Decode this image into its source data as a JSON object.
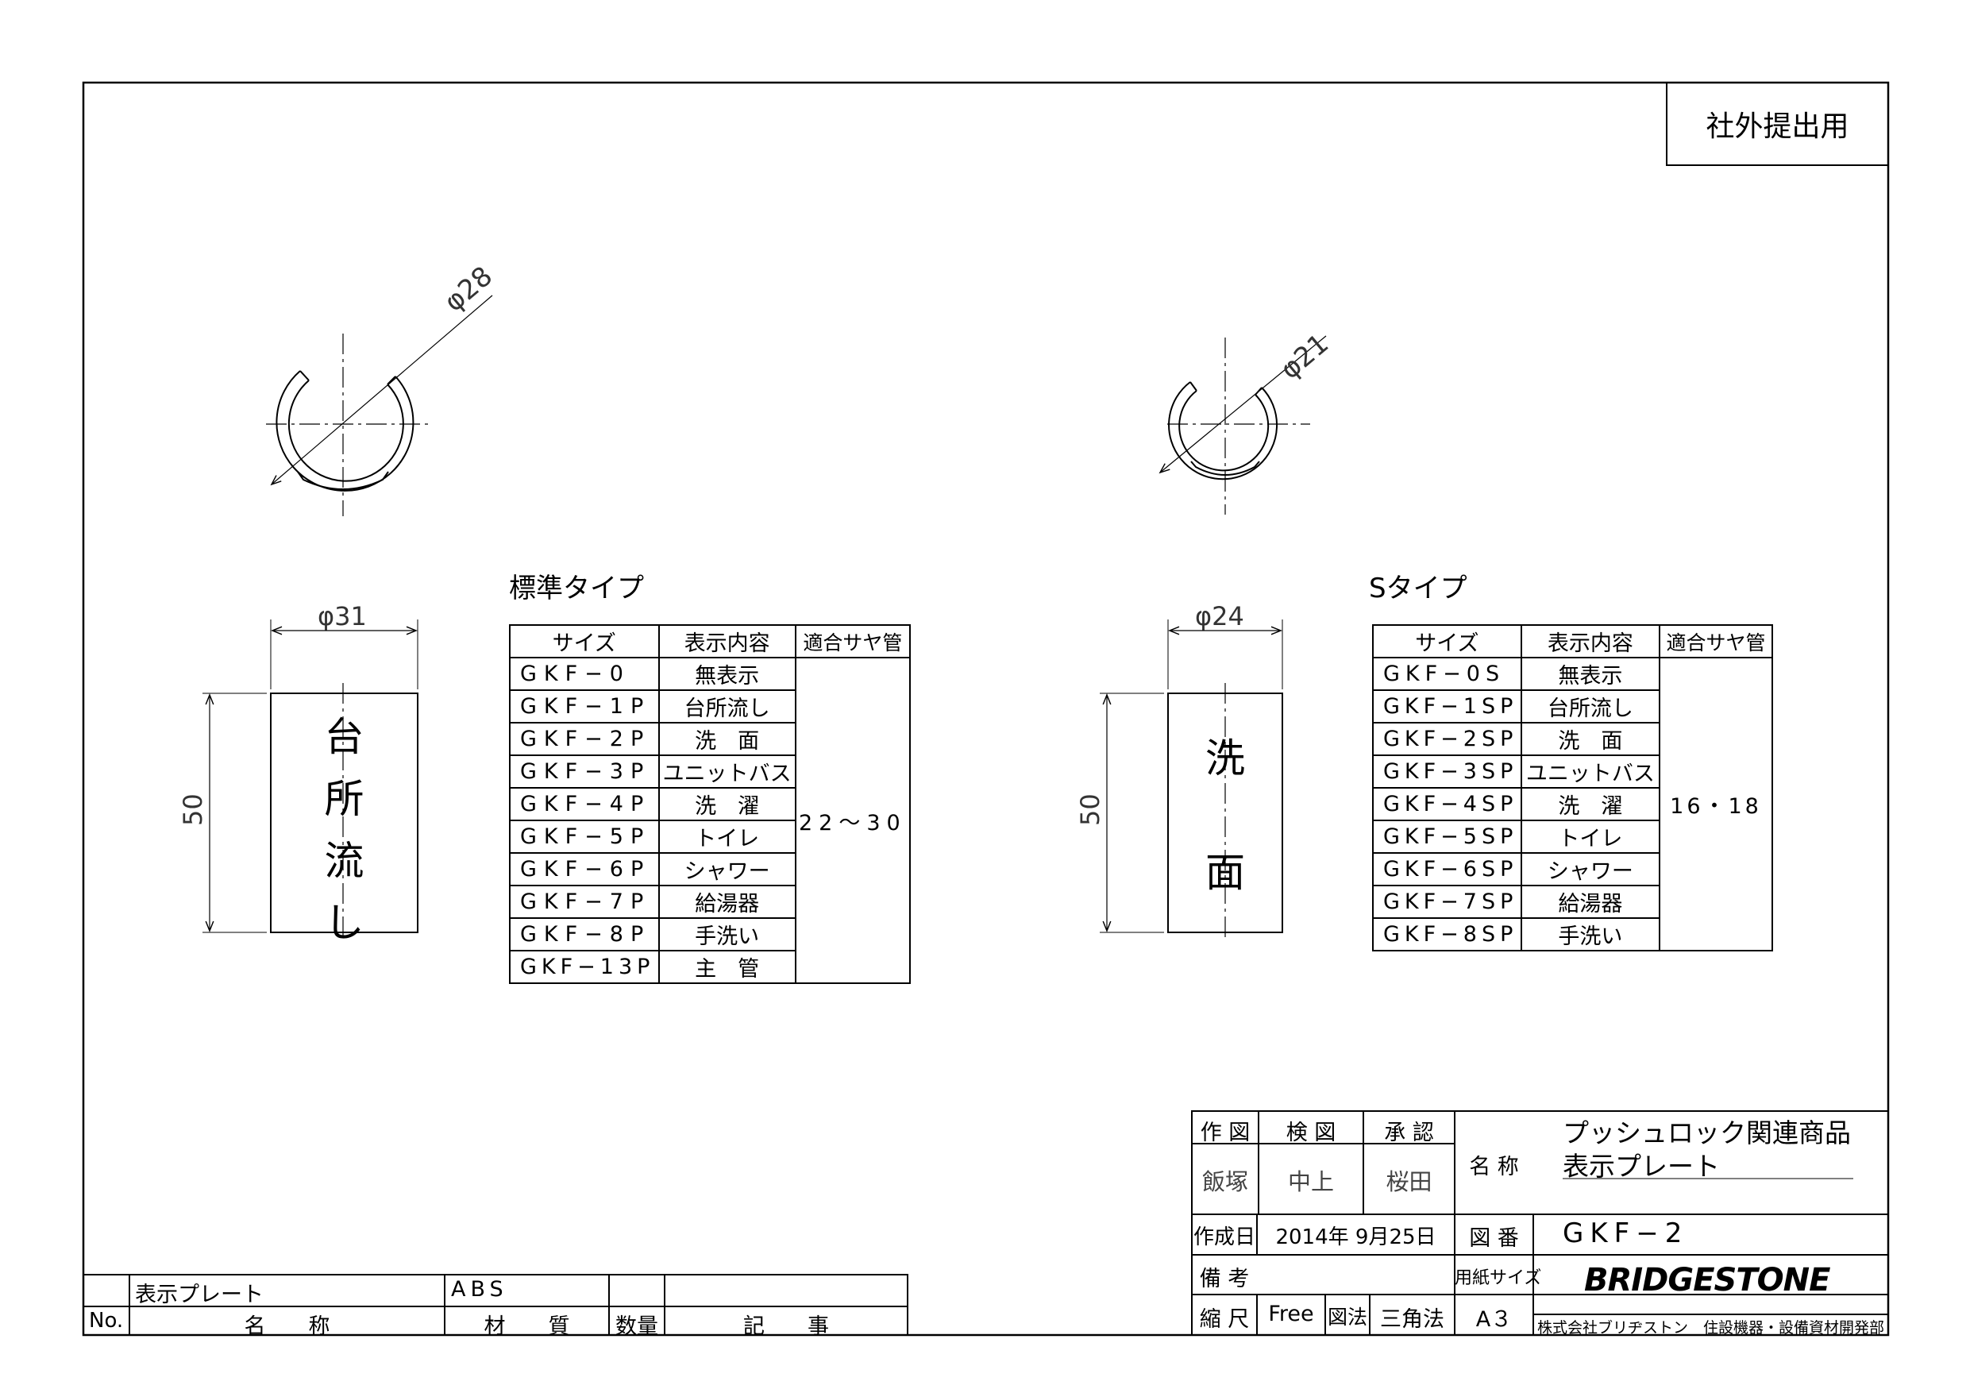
{
  "stamp": "社外提出用",
  "standard": {
    "title": "標準タイプ",
    "ring_dim": "φ28",
    "plate_width_dim": "φ31",
    "plate_height_dim": "50",
    "plate_chars": [
      "台",
      "所",
      "流",
      "し"
    ],
    "headers": [
      "サイズ",
      "表示内容",
      "適合サヤ管"
    ],
    "rows": [
      {
        "size": "GKF−0",
        "content": "無表示"
      },
      {
        "size": "GKF−1P",
        "content": "台所流し"
      },
      {
        "size": "GKF−2P",
        "content": "洗　面"
      },
      {
        "size": "GKF−3P",
        "content": "ユニットバス"
      },
      {
        "size": "GKF−4P",
        "content": "洗　濯"
      },
      {
        "size": "GKF−5P",
        "content": "トイレ"
      },
      {
        "size": "GKF−6P",
        "content": "シャワー"
      },
      {
        "size": "GKF−7P",
        "content": "給湯器"
      },
      {
        "size": "GKF−8P",
        "content": "手洗い"
      },
      {
        "size": "GKF−13P",
        "content": "主　管"
      }
    ],
    "compatible": "22〜30"
  },
  "s_type": {
    "title": "Sタイプ",
    "ring_dim": "φ21",
    "plate_width_dim": "φ24",
    "plate_height_dim": "50",
    "plate_chars": [
      "洗",
      "面"
    ],
    "headers": [
      "サイズ",
      "表示内容",
      "適合サヤ管"
    ],
    "rows": [
      {
        "size": "GKF−0S",
        "content": "無表示"
      },
      {
        "size": "GKF−1SP",
        "content": "台所流し"
      },
      {
        "size": "GKF−2SP",
        "content": "洗　面"
      },
      {
        "size": "GKF−3SP",
        "content": "ユニットバス"
      },
      {
        "size": "GKF−4SP",
        "content": "洗　濯"
      },
      {
        "size": "GKF−5SP",
        "content": "トイレ"
      },
      {
        "size": "GKF−6SP",
        "content": "シャワー"
      },
      {
        "size": "GKF−7SP",
        "content": "給湯器"
      },
      {
        "size": "GKF−8SP",
        "content": "手洗い"
      }
    ],
    "compatible": "16・18"
  },
  "parts_list": {
    "item_name": "表示プレート",
    "item_material": "ABS",
    "h_no": "No.",
    "h_name": "名　　称",
    "h_material": "材　　質",
    "h_qty": "数量",
    "h_note": "記　　事"
  },
  "title_block": {
    "drawn_label": "作 図",
    "checked_label": "検 図",
    "approved_label": "承 認",
    "drawn_by": "飯塚",
    "checked_by": "中上",
    "approved_by": "桜田",
    "name_label": "名 称",
    "product_line1": "プッシュロック関連商品",
    "product_line2": "表示プレート",
    "created_label": "作成日",
    "created_date": "2014年 9月25日",
    "drawing_no_label": "図 番",
    "drawing_no": "GKF−2",
    "remarks_label": "備 考",
    "paper_label": "用紙サイズ",
    "scale_label": "縮 尺",
    "scale_value": "Free",
    "projection_label": "図法",
    "projection_value": "三角法",
    "paper_value": "A３",
    "logo": "BRIDGESTONE",
    "company": "株式会社ブリヂストン　住設機器・設備資材開発部"
  }
}
